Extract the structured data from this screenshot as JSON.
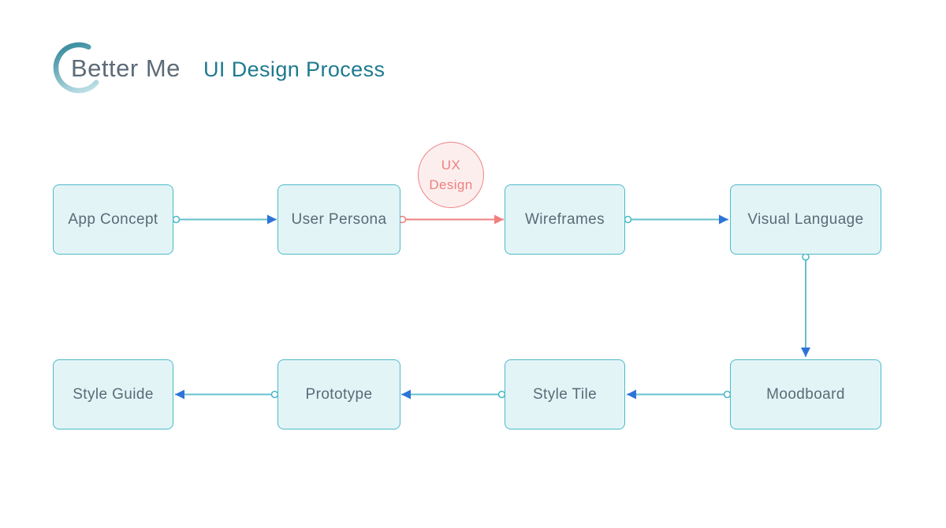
{
  "header": {
    "brand": "Better Me",
    "title": "UI Design Process"
  },
  "badge": {
    "label": "UX Design"
  },
  "nodes": [
    {
      "id": "app-concept",
      "label": "App Concept",
      "row": "top"
    },
    {
      "id": "user-persona",
      "label": "User Persona",
      "row": "top"
    },
    {
      "id": "wireframes",
      "label": "Wireframes",
      "row": "top"
    },
    {
      "id": "visual-language",
      "label": "Visual Language",
      "row": "top"
    },
    {
      "id": "moodboard",
      "label": "Moodboard",
      "row": "bottom"
    },
    {
      "id": "style-tile",
      "label": "Style Tile",
      "row": "bottom"
    },
    {
      "id": "prototype",
      "label": "Prototype",
      "row": "bottom"
    },
    {
      "id": "style-guide",
      "label": "Style Guide",
      "row": "bottom"
    }
  ],
  "edges": [
    {
      "from": "app-concept",
      "to": "user-persona",
      "color": "teal"
    },
    {
      "from": "user-persona",
      "to": "wireframes",
      "color": "red",
      "annotation": "UX Design"
    },
    {
      "from": "wireframes",
      "to": "visual-language",
      "color": "teal"
    },
    {
      "from": "visual-language",
      "to": "moodboard",
      "color": "teal"
    },
    {
      "from": "moodboard",
      "to": "style-tile",
      "color": "teal"
    },
    {
      "from": "style-tile",
      "to": "prototype",
      "color": "teal"
    },
    {
      "from": "prototype",
      "to": "style-guide",
      "color": "teal"
    }
  ],
  "colors": {
    "node_fill": "#e3f4f7",
    "node_border": "#4cb9c8",
    "node_text": "#5b6a76",
    "edge_teal": "#64c1cc",
    "arrowhead_blue": "#2e74d8",
    "edge_red": "#f08181",
    "badge_border": "#ee8585",
    "badge_fill": "#fdeeee",
    "badge_text": "#ed8080",
    "brand_text": "#5d6b78",
    "title_text": "#1e7a8e",
    "swoosh_dark": "#3f91a3",
    "swoosh_light": "#bfe0e7"
  }
}
